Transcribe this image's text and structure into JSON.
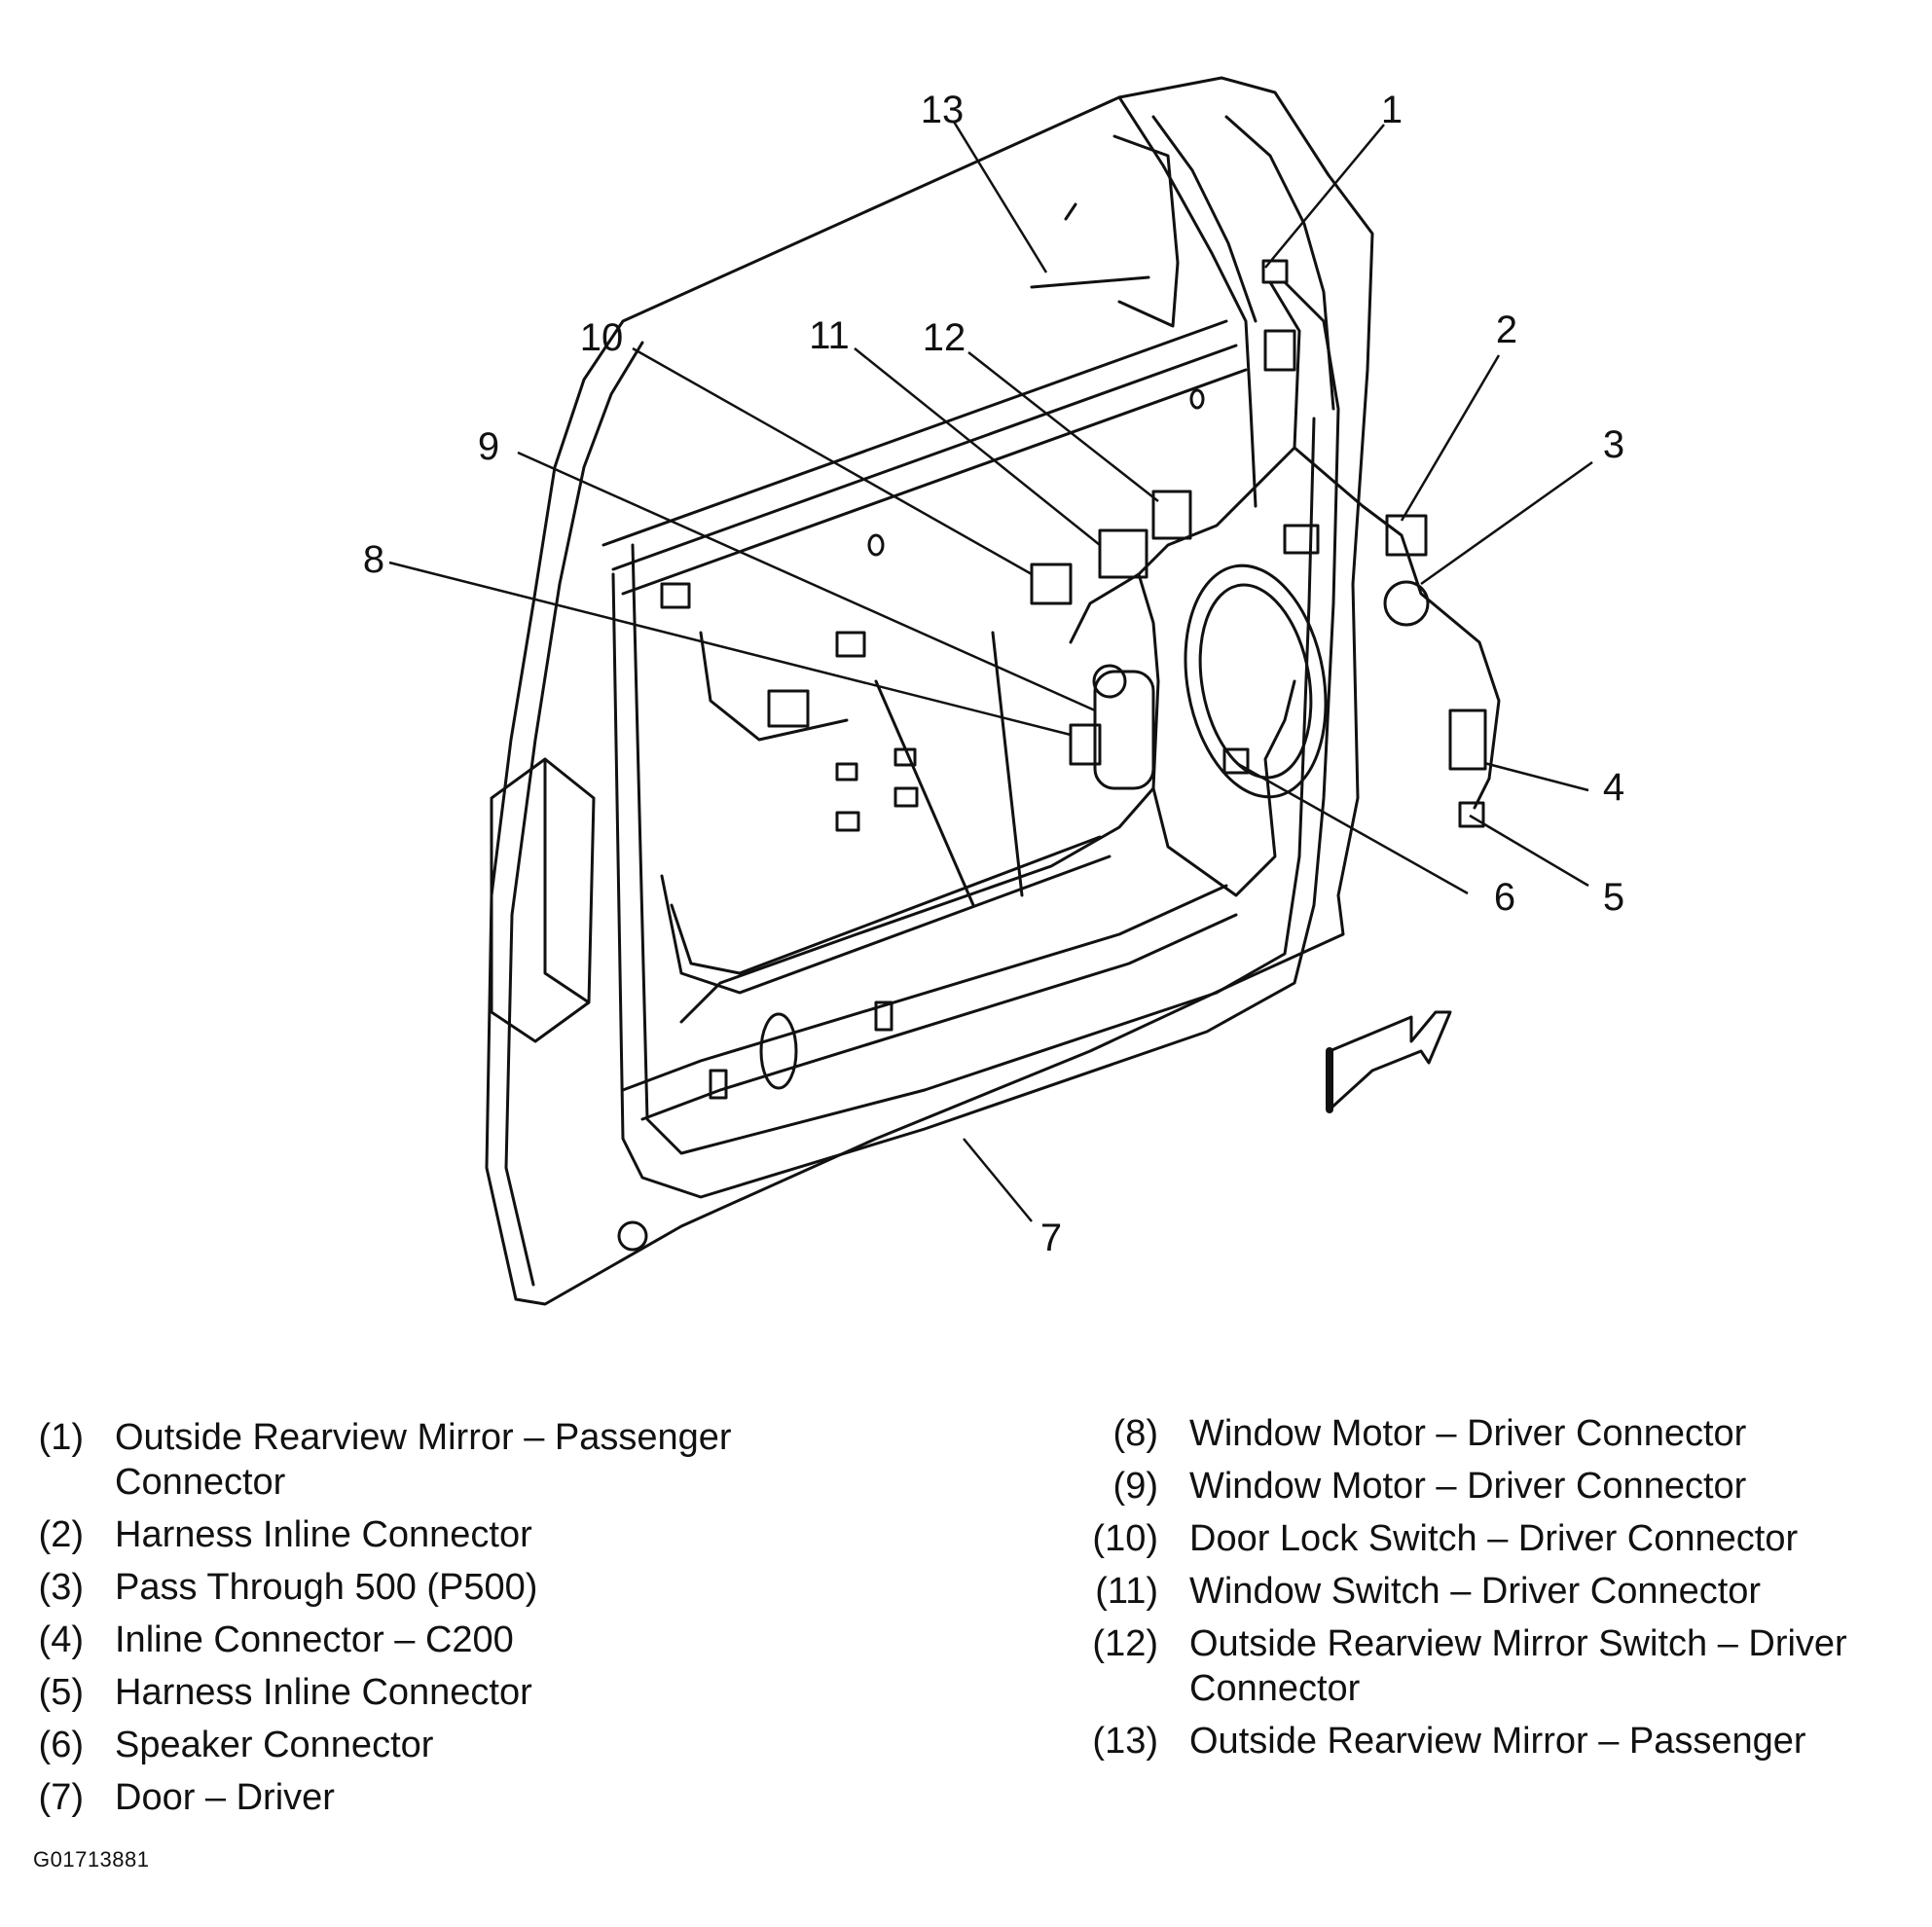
{
  "callouts": [
    "1",
    "2",
    "3",
    "4",
    "5",
    "6",
    "7",
    "8",
    "9",
    "10",
    "11",
    "12",
    "13"
  ],
  "legend": {
    "left": [
      {
        "num": "(1)",
        "text": "Outside Rearview Mirror – Passenger\nConnector"
      },
      {
        "num": "(2)",
        "text": "Harness Inline Connector"
      },
      {
        "num": "(3)",
        "text": "Pass Through 500 (P500)"
      },
      {
        "num": "(4)",
        "text": "Inline Connector – C200"
      },
      {
        "num": "(5)",
        "text": "Harness Inline Connector"
      },
      {
        "num": "(6)",
        "text": "Speaker Connector"
      },
      {
        "num": "(7)",
        "text": "Door – Driver"
      }
    ],
    "right": [
      {
        "num": "(8)",
        "text": "Window Motor – Driver Connector"
      },
      {
        "num": "(9)",
        "text": "Window Motor – Driver Connector"
      },
      {
        "num": "(10)",
        "text": "Door Lock Switch – Driver Connector"
      },
      {
        "num": "(11)",
        "text": "Window Switch – Driver Connector"
      },
      {
        "num": "(12)",
        "text": "Outside Rearview Mirror Switch – Driver\nConnector"
      },
      {
        "num": "(13)",
        "text": "Outside Rearview Mirror – Passenger"
      }
    ]
  },
  "figure_id": "G01713881"
}
